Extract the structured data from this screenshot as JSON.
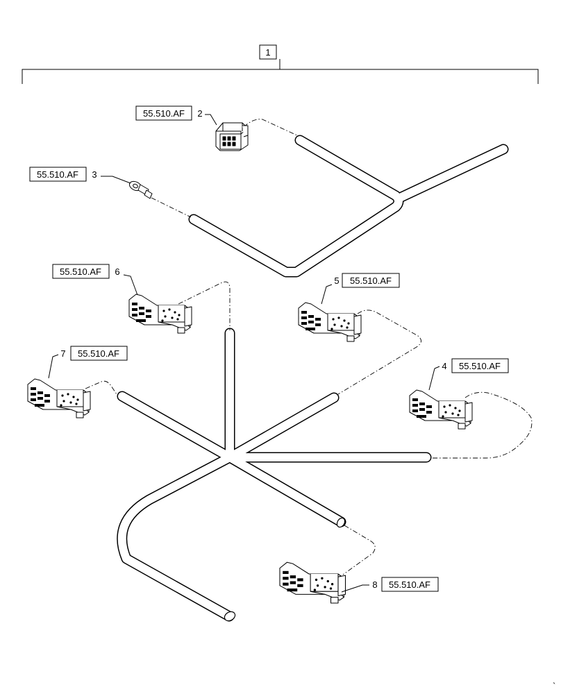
{
  "assembly": {
    "item_number": "1"
  },
  "callouts": [
    {
      "item": "2",
      "ref": "55.510.AF"
    },
    {
      "item": "3",
      "ref": "55.510.AF"
    },
    {
      "item": "4",
      "ref": "55.510.AF"
    },
    {
      "item": "5",
      "ref": "55.510.AF"
    },
    {
      "item": "6",
      "ref": "55.510.AF"
    },
    {
      "item": "7",
      "ref": "55.510.AF"
    },
    {
      "item": "8",
      "ref": "55.510.AF"
    }
  ],
  "colors": {
    "line": "#000000",
    "background": "#ffffff",
    "connector_fill": "#ffffff"
  }
}
